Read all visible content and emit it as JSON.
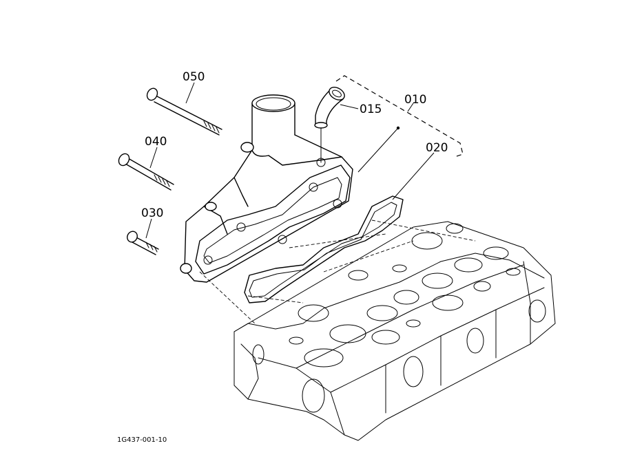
{
  "labels": {
    "p010": "010",
    "p015": "015",
    "p020": "020",
    "p030": "030",
    "p040": "040",
    "p050": "050"
  },
  "drawing_ref": "1G437-001-10",
  "colors": {
    "line": "#000000",
    "background": "#ffffff"
  }
}
